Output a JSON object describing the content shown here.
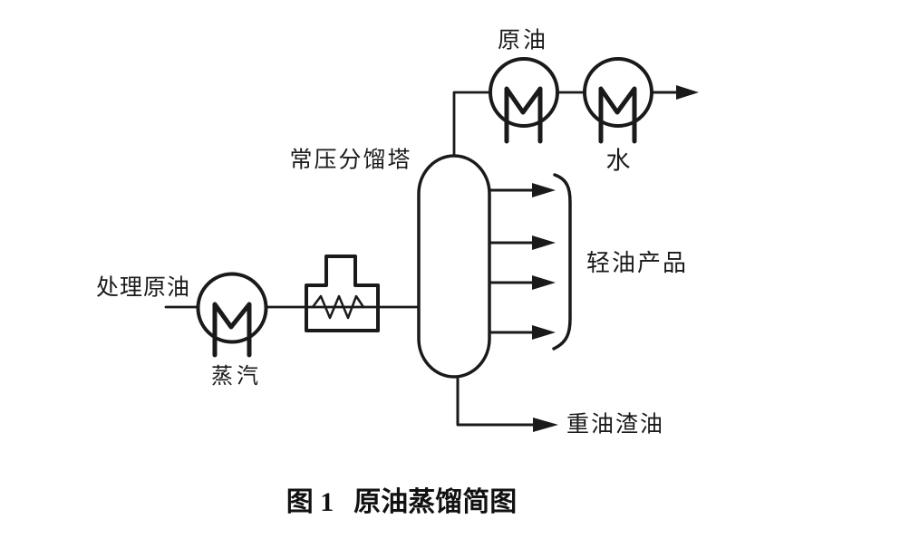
{
  "figure": {
    "caption": {
      "number": "图 1",
      "title": "原油蒸馏简图"
    },
    "labels": {
      "crude_oil": "原油",
      "water": "水",
      "column": "常压分馏塔",
      "feed": "处理原油",
      "steam": "蒸汽",
      "light_products": "轻油产品",
      "heavy_residue": "重油渣油"
    },
    "colors": {
      "ink": "#1a1a1a",
      "paper": "#ffffff"
    }
  }
}
